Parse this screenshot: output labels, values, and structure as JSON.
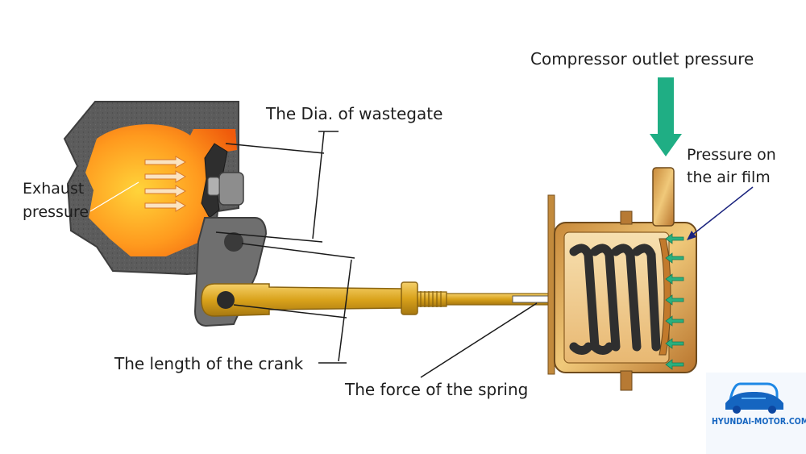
{
  "labels": {
    "compressor": "Compressor outlet pressure",
    "dia": "The Dia. of wastegate",
    "exhaust_line1": "Exhaust",
    "exhaust_line2": "pressure",
    "air_film_line1": "Pressure on",
    "air_film_line2": "the air film",
    "crank": "The length of the crank",
    "spring": "The force of the spring"
  },
  "watermark": {
    "text": "HYUNDAI-MOTOR.COM.VN"
  },
  "colors": {
    "housing": "#5b5b5b",
    "exhaust_gas": "#f57c00",
    "brass": "#d9a21b",
    "actuator": "#e1a04a",
    "spring": "#3a3a3a",
    "arrow_green": "#1fae84",
    "pointer_blue": "#1a237e"
  }
}
